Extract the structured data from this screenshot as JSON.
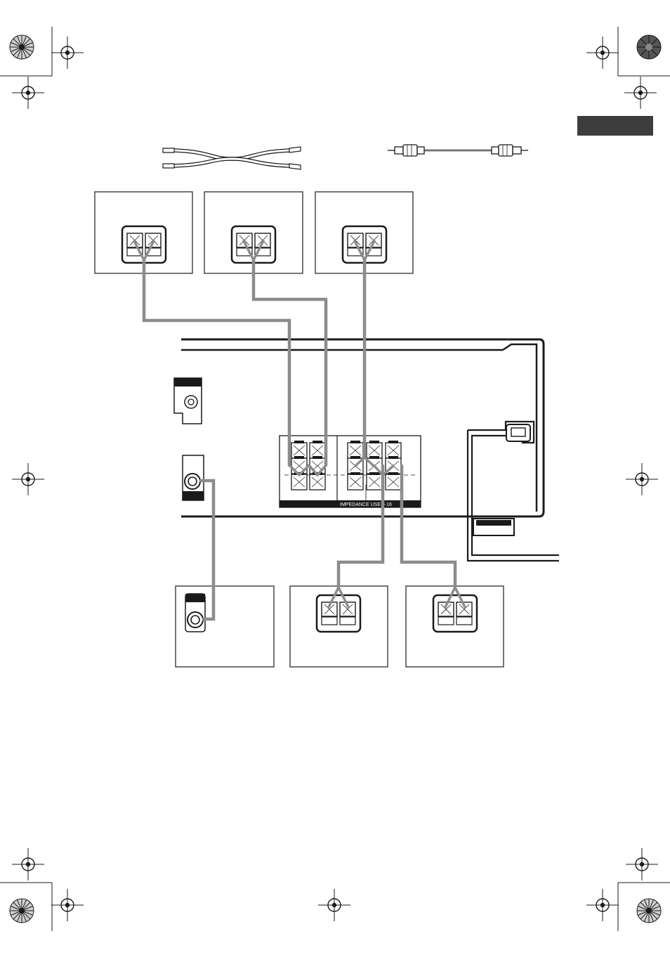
{
  "colors": {
    "ink": "#1a1a1a",
    "wire": "#8c8c8c",
    "tab": "#3d3d3d",
    "panel_bar": "#1a1a1a",
    "paper": "#ffffff"
  },
  "accessories": {
    "speaker_cord": "speaker-cord",
    "audio_cord": "mono-audio-cord"
  },
  "receiver": {
    "impedance_label": "IMPEDANCE USE 6-16"
  },
  "icons": {
    "registration_mark": "crosshair-circle-icon",
    "color_target": "sunburst-target-icon"
  }
}
